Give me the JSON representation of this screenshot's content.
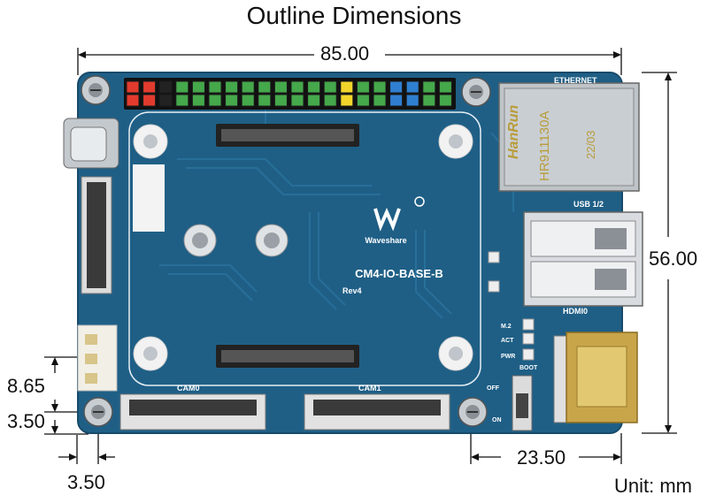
{
  "title": "Outline Dimensions",
  "dimensions": {
    "width": "85.00",
    "height": "56.00",
    "left_offset": "8.65",
    "corner_vertical": "3.50",
    "corner_horizontal": "3.50",
    "hdmi_offset": "23.50"
  },
  "unit": "Unit: mm",
  "board": {
    "color": "#1f5f86",
    "brand": "Waveshare",
    "model": "CM4-IO-BASE-B",
    "revision": "Rev4",
    "silkscreen": {
      "ethernet": "ETHERNET",
      "usb": "USB 1/2",
      "hdmi": "HDMI0",
      "cam0": "CAM0",
      "cam1": "CAM1",
      "m2": "M.2",
      "act": "ACT",
      "pwr": "PWR",
      "boot": "BOOT",
      "off": "OFF",
      "on": "ON",
      "jack_brand": "HanRun",
      "jack_model": "HR911130A",
      "jack_code": "22/03"
    }
  }
}
